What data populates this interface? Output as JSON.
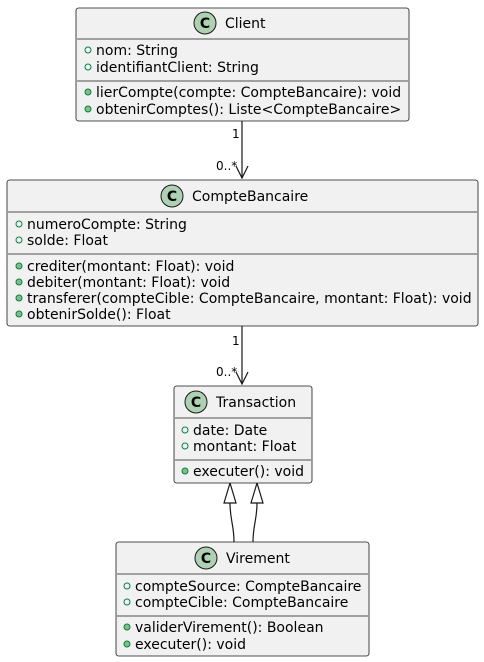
{
  "diagram": {
    "colors": {
      "box_fill": "#F1F1F1",
      "box_stroke": "#181818",
      "badge_fill": "#ADD1B2",
      "line": "#181818"
    },
    "classes": [
      {
        "id": "client",
        "badge": "C",
        "name": "Client",
        "attributes": [
          {
            "vis": "+",
            "text": "nom: String"
          },
          {
            "vis": "+",
            "text": "identifiantClient: String"
          }
        ],
        "methods": [
          {
            "vis": "+",
            "text": "lierCompte(compte: CompteBancaire): void"
          },
          {
            "vis": "+",
            "text": "obtenirComptes(): Liste<CompteBancaire>"
          }
        ]
      },
      {
        "id": "comptebancaire",
        "badge": "C",
        "name": "CompteBancaire",
        "attributes": [
          {
            "vis": "+",
            "text": "numeroCompte: String"
          },
          {
            "vis": "+",
            "text": "solde: Float"
          }
        ],
        "methods": [
          {
            "vis": "+",
            "text": "crediter(montant: Float): void"
          },
          {
            "vis": "+",
            "text": "debiter(montant: Float): void"
          },
          {
            "vis": "+",
            "text": "transferer(compteCible: CompteBancaire, montant: Float): void"
          },
          {
            "vis": "+",
            "text": "obtenirSolde(): Float"
          }
        ]
      },
      {
        "id": "transaction",
        "badge": "C",
        "name": "Transaction",
        "attributes": [
          {
            "vis": "+",
            "text": "date: Date"
          },
          {
            "vis": "+",
            "text": "montant: Float"
          }
        ],
        "methods": [
          {
            "vis": "+",
            "text": "executer(): void"
          }
        ]
      },
      {
        "id": "virement",
        "badge": "C",
        "name": "Virement",
        "attributes": [
          {
            "vis": "+",
            "text": "compteSource: CompteBancaire"
          },
          {
            "vis": "+",
            "text": "compteCible: CompteBancaire"
          }
        ],
        "methods": [
          {
            "vis": "+",
            "text": "validerVirement(): Boolean"
          },
          {
            "vis": "+",
            "text": "executer(): void"
          }
        ]
      }
    ],
    "relations": [
      {
        "id": "client-compte",
        "type": "association",
        "from": "client",
        "to": "comptebancaire",
        "from_mult": "1",
        "to_mult": "0..*"
      },
      {
        "id": "compte-transaction",
        "type": "association",
        "from": "comptebancaire",
        "to": "transaction",
        "from_mult": "1",
        "to_mult": "0..*"
      },
      {
        "id": "virement-transaction-1",
        "type": "generalization",
        "from": "virement",
        "to": "transaction"
      },
      {
        "id": "virement-transaction-2",
        "type": "generalization",
        "from": "virement",
        "to": "transaction"
      }
    ]
  }
}
